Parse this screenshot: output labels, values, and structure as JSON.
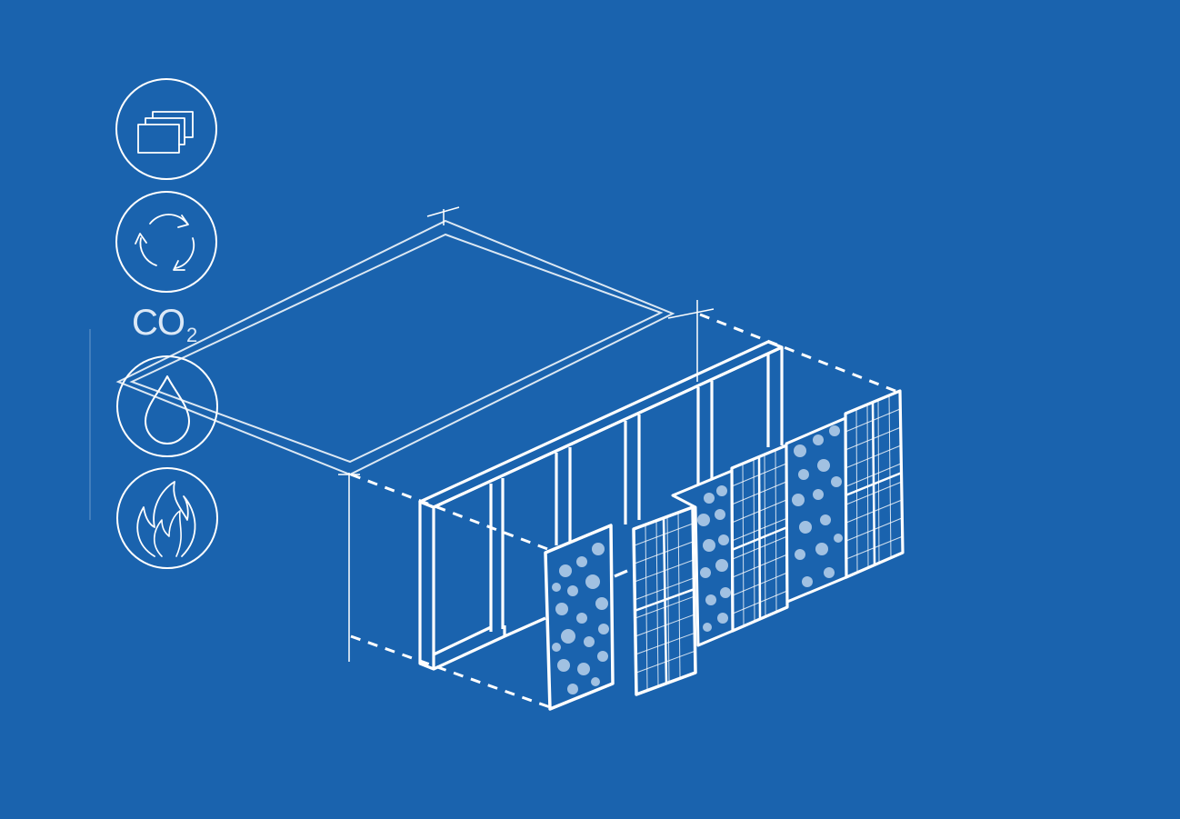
{
  "label_co2": {
    "main": "CO",
    "subscript": "2"
  },
  "icons": [
    "layers-icon",
    "recycle-icon",
    "co2-label",
    "water-drop-icon",
    "flame-icon"
  ],
  "colors": {
    "background": "#1a63ae",
    "lines": "#ffffff",
    "insulation": "#cfe0f3"
  }
}
